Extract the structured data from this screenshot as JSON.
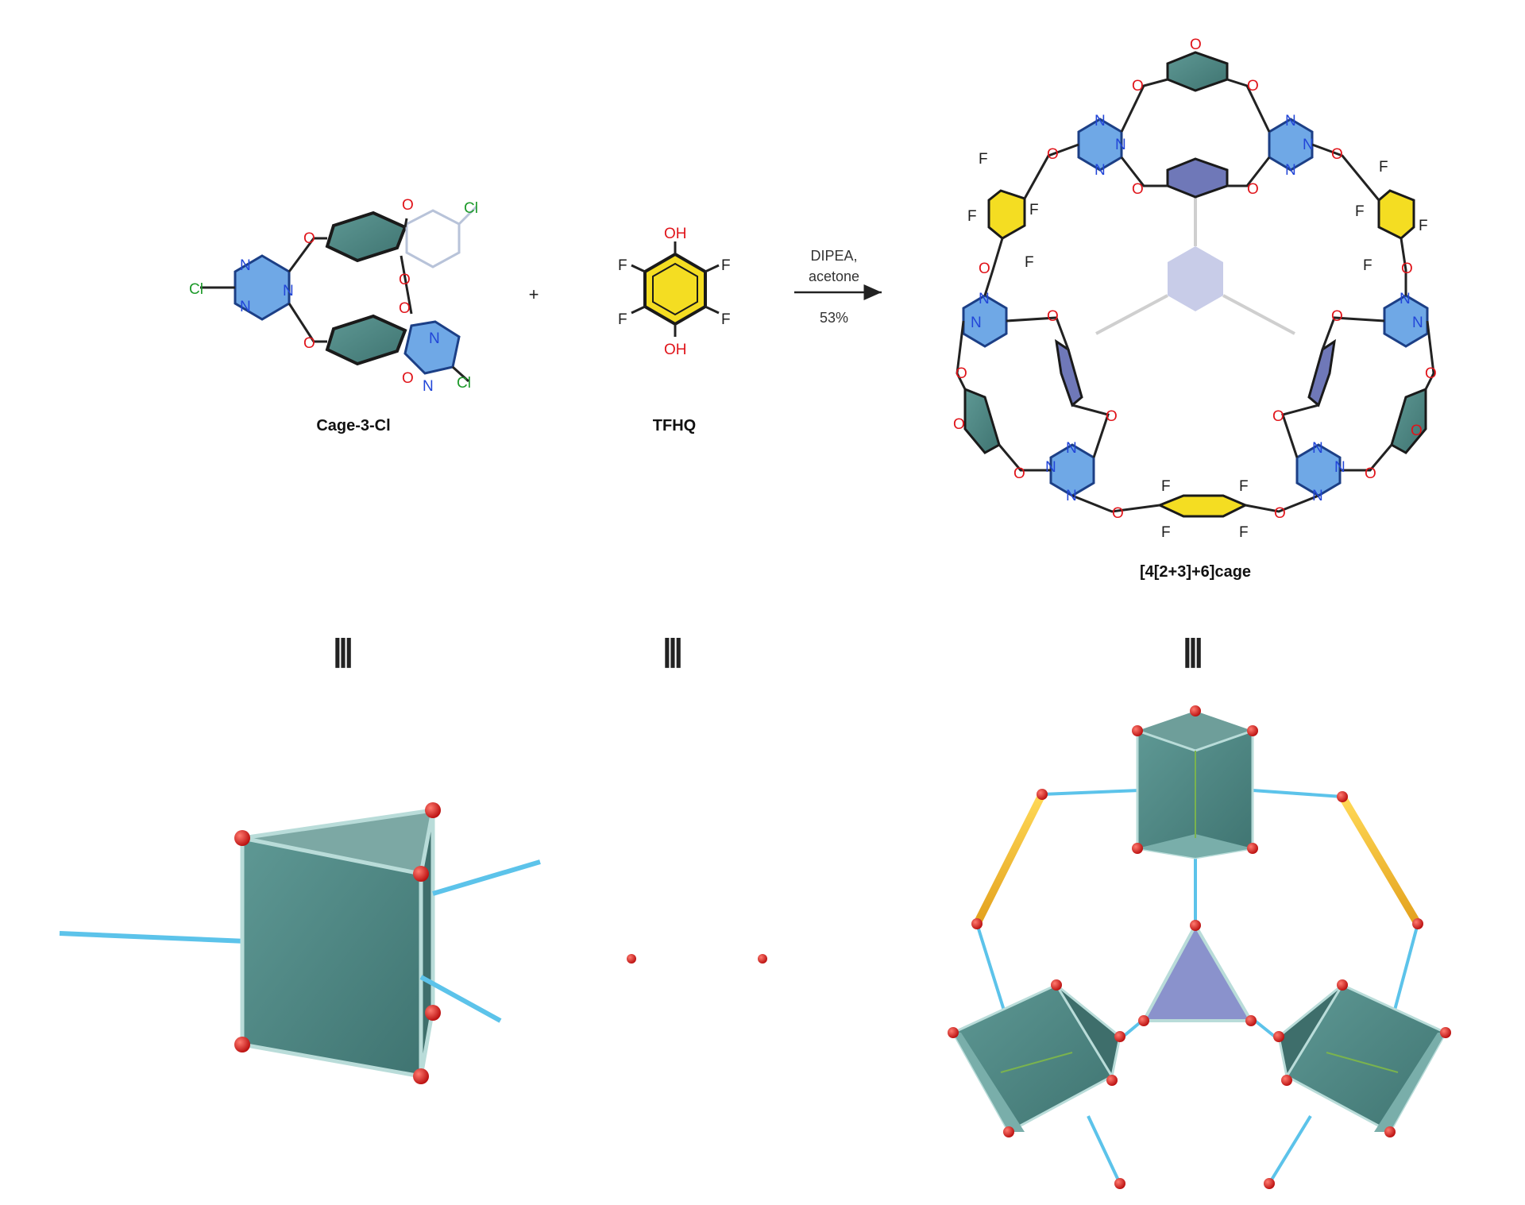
{
  "colors": {
    "triazine": "#6fa8e6",
    "triazine_stroke": "#1c3f86",
    "tfhq_ring": "#f4dd22",
    "teal_prism": "#4e8682",
    "teal_edge": "#b9dcd9",
    "node_red": "#d01212",
    "link_blue": "#5cc3ea",
    "linker_gold": "#f0b62a",
    "core_triangle": "#8a92cc",
    "oxygen": "#e0141a",
    "nitrogen": "#2246d8",
    "fluorine": "#1c1c1c",
    "chlorine": "#1d9a2a"
  },
  "atoms": {
    "O": "O",
    "N": "N",
    "F": "F",
    "Cl": "Cl",
    "OH": "OH"
  },
  "labels": {
    "cage3cl": "Cage-3-Cl",
    "tfhq": "TFHQ",
    "product": "[4[2+3]+6]cage",
    "plus": "+",
    "equiv": "|||"
  },
  "reaction": {
    "reagent_line1": "DIPEA,",
    "reagent_line2": "acetone",
    "yield": "53%"
  },
  "icons": {
    "prism_model": "trigonal-prism-icon",
    "linker_model": "linker-rod-icon",
    "cage_model": "cage-topology-icon"
  }
}
